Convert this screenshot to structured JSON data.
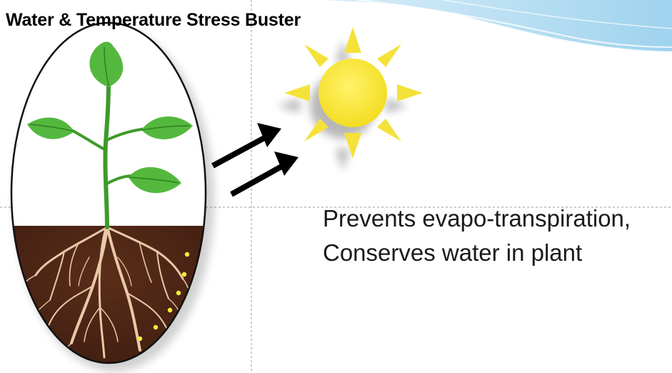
{
  "slide": {
    "title": "Water & Temperature Stress Buster",
    "caption_line1": "Prevents evapo-transpiration,",
    "caption_line2": "Conserves water in plant"
  },
  "illustration": {
    "icons": [
      "plant-icon",
      "roots-icon",
      "sun-icon",
      "arrow-icon"
    ],
    "colors": {
      "leaf": "#4caf3a",
      "soil": "#4a2414",
      "root": "#e8c9a8",
      "sun": "#f8e437",
      "sun_ray": "#f4e23a",
      "arrow": "#000000",
      "water_drop": "#f5ee3a",
      "banner": "#bfe3f3"
    }
  }
}
